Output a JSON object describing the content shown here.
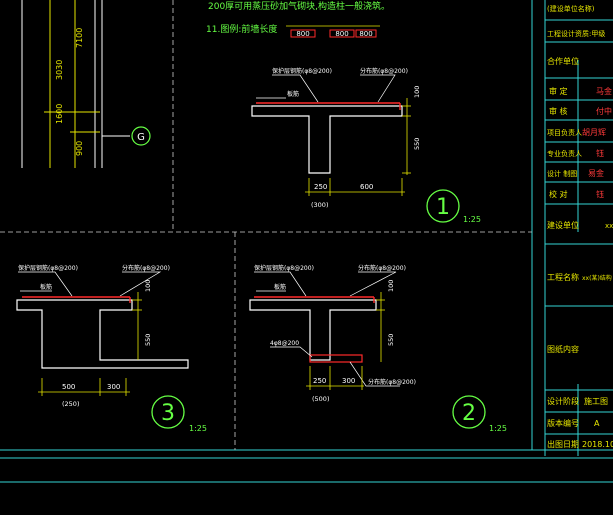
{
  "colors": {
    "background": "#000000",
    "frame": "#33d4d4",
    "structure": "#ffffff",
    "dimension": "#e6e600",
    "rebar": "#ff2a2a",
    "note": "#66ff44",
    "title_cell_text": "#e6e600",
    "title_cell_value": "#ff3a3a",
    "marker": "#66ff44"
  },
  "notes": {
    "line1": "200厚可用蒸压砂加气砌块,构造柱一般浇筑。",
    "line2": "11.图例:前墙长度"
  },
  "legend_dims": [
    "800",
    "800",
    "800"
  ],
  "left_dims": {
    "d1": "3030",
    "d2": "7100",
    "d3": "1600",
    "d4": "900"
  },
  "axis_marker": "G",
  "detail1": {
    "label_left": "保护层钢筋(φ8@200)",
    "label_right": "分布筋(φ8@200)",
    "slab_tag": "板筋",
    "dim_top": "100",
    "dim_depth": "550",
    "dim_left": "250",
    "dim_right": "600",
    "dim_sub": "(300)",
    "number": "1",
    "scale": "1:25"
  },
  "detail2": {
    "label_left": "保护层钢筋(φ8@200)",
    "label_right": "分布筋(φ8@200)",
    "slab_tag": "板筋",
    "dim_top": "100",
    "dim_depth": "550",
    "dim_left": "250",
    "dim_right": "300",
    "dim_sub": "(500)",
    "bottom_bar": "4φ8@200",
    "bottom_label": "分布筋(φ8@200)",
    "number": "2",
    "scale": "1:25"
  },
  "detail3": {
    "label_left": "保护层钢筋(φ8@200)",
    "label_right": "分布筋(φ8@200)",
    "slab_tag": "板筋",
    "dim_top": "100",
    "dim_depth": "550",
    "dim_left": "500",
    "dim_right": "300",
    "dim_sub": "(250)",
    "number": "3",
    "scale": "1:25"
  },
  "title_block": {
    "header": "(建设单位名称)",
    "cert": "工程设计资质:甲级",
    "rows": [
      {
        "label": "合作单位",
        "value": ""
      },
      {
        "label": "审  定",
        "value": "马金"
      },
      {
        "label": "审  核",
        "value": "付中"
      },
      {
        "label": "项目负责人",
        "value": "胡月辉"
      },
      {
        "label": "专业负责人",
        "value": "钰"
      },
      {
        "label": "设计 制图",
        "value": "易金"
      },
      {
        "label": "校  对",
        "value": "钰"
      },
      {
        "label": "建设单位",
        "value": "xx"
      },
      {
        "label": "工程名称",
        "value": "xx(某)结构"
      },
      {
        "label": "图纸内容",
        "value": ""
      },
      {
        "label": "设计阶段",
        "value": "施工图"
      },
      {
        "label": "版本编号",
        "value": "A"
      },
      {
        "label": "出图日期",
        "value": "2018.10"
      }
    ]
  }
}
